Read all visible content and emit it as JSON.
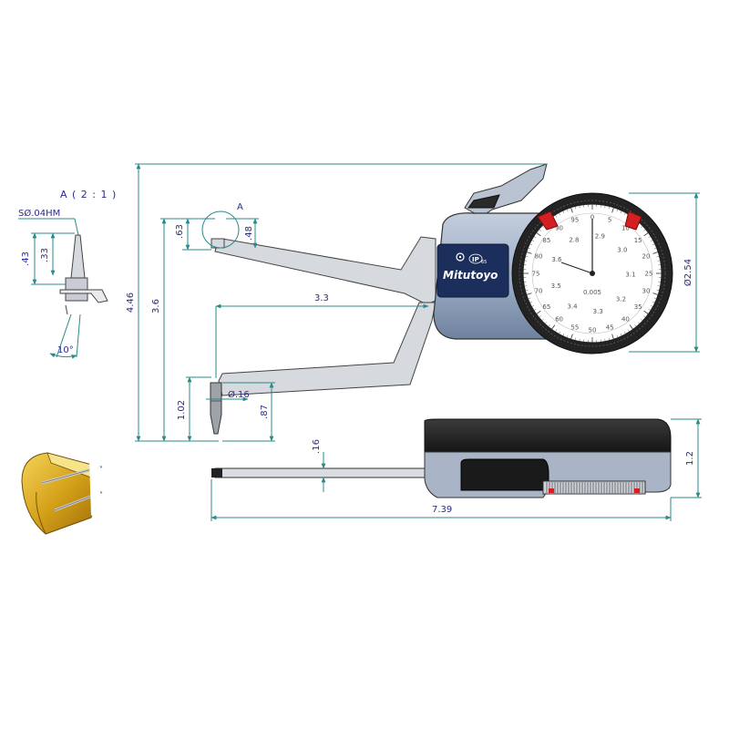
{
  "detail": {
    "title": "A ( 2 : 1 )",
    "tip_label": "SØ.04HM",
    "dim_43": ".43",
    "dim_33": ".33",
    "angle": "10°"
  },
  "detail_marker": "A",
  "dimensions": {
    "overall_height": "4.46",
    "upper_jaw_height": "3.6",
    "jaw_offset": ".63",
    "tip_height": ".48",
    "jaw_depth": "3.3",
    "dial_diameter": "Ø2.54",
    "tip_diameter": "Ø.16",
    "lower_tip_height": "1.02",
    "lower_tip_length": ".87",
    "side_thickness": ".16",
    "side_height": "1.2",
    "overall_length": "7.39"
  },
  "brand": {
    "logo": "Mitutoyo",
    "ip_rating_prefix": "IP",
    "ip_rating_value": "65"
  },
  "dial": {
    "outer_numbers": [
      "0",
      "5",
      "10",
      "15",
      "20",
      "25",
      "30",
      "35",
      "40",
      "45",
      "50",
      "55",
      "60",
      "65",
      "70",
      "75",
      "80",
      "85",
      "90",
      "95"
    ],
    "inner_numbers": [
      "2.9",
      "3.0",
      "3.1",
      "3.2",
      "3.3",
      "3.4",
      "3.5",
      "3.6",
      "2.8"
    ],
    "resolution_label": "0.005"
  },
  "colors": {
    "dimension_line": "#2a8a8a",
    "dimension_text": "#2b2b8a",
    "body_blue": "#9fb0c8",
    "label_navy": "#1c2f5c",
    "limit_marker_red": "#d42020",
    "gold_part": "#d6a21a"
  }
}
